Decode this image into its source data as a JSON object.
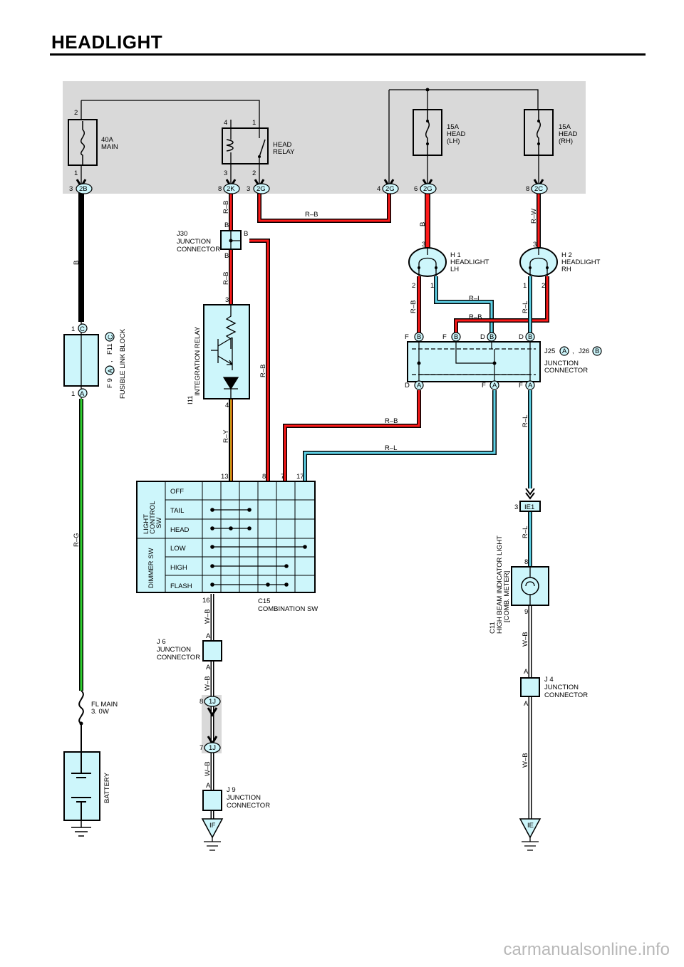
{
  "title": "HEADLIGHT",
  "watermark": "carmanualsonline.info",
  "components": {
    "main_fuse": {
      "rating": "40A",
      "name": "MAIN",
      "pin_top": "2",
      "pin_bottom": "1"
    },
    "head_relay": {
      "name_line1": "HEAD",
      "name_line2": "RELAY",
      "pin_4": "4",
      "pin_1": "1",
      "pin_3": "3",
      "pin_2": "2"
    },
    "head_lh_fuse": {
      "rating": "15A",
      "name_line1": "HEAD",
      "name_line2": "(LH)"
    },
    "head_rh_fuse": {
      "rating": "15A",
      "name_line1": "HEAD",
      "name_line2": "(RH)"
    },
    "j30": {
      "id": "J30",
      "line1": "JUNCTION",
      "line2": "CONNECTOR",
      "pin_top": "B",
      "pin_right": "B",
      "pin_bottom": "B"
    },
    "h1": {
      "id": "H 1",
      "line1": "HEADLIGHT",
      "line2": "LH",
      "pin_top": "3",
      "pin_left": "2",
      "pin_right": "1"
    },
    "h2": {
      "id": "H 2",
      "line1": "HEADLIGHT",
      "line2": "RH",
      "pin_top": "3",
      "pin_left": "1",
      "pin_right": "2"
    },
    "fusible_block": {
      "label": "FUSIBLE LINK BLOCK",
      "id_top": "F11",
      "id_top_pin": "C",
      "id_bottom": "F 9",
      "id_bottom_pin": "A",
      "pin_top": "1",
      "pin_top_letter": "C",
      "pin_bottom": "1",
      "pin_bottom_letter": "A"
    },
    "i11": {
      "id": "I11",
      "label": "INTEGRATION RELAY",
      "pin_top": "3",
      "pin_bottom": "4"
    },
    "j25_j26": {
      "id1": "J25",
      "id1_pin": "A",
      "id2": "J26",
      "id2_pin": "B",
      "separator": ",",
      "line1": "JUNCTION",
      "line2": "CONNECTOR",
      "top_pins": [
        {
          "n": "F",
          "l": "B"
        },
        {
          "n": "F",
          "l": "B"
        },
        {
          "n": "D",
          "l": "B"
        },
        {
          "n": "D",
          "l": "B"
        }
      ],
      "bottom_pins": [
        {
          "n": "D",
          "l": "A"
        },
        {
          "n": "F",
          "l": "A"
        },
        {
          "n": "F",
          "l": "A"
        }
      ]
    },
    "c15": {
      "id": "C15",
      "label": "COMBINATION SW",
      "group1": [
        "LIGHT",
        "CONTROL",
        "SW"
      ],
      "group2": "DIMMER SW",
      "rows": [
        "OFF",
        "TAIL",
        "HEAD",
        "LOW",
        "HIGH",
        "FLASH"
      ],
      "top_pins": [
        "13",
        "8",
        "7",
        "17"
      ],
      "bottom_pin": "16"
    },
    "ie1": {
      "id": "IE1",
      "pin": "3"
    },
    "c11": {
      "id": "C11",
      "label": "HIGH BEAM INDICATOR LIGHT",
      "sub": "[COMB. METER]",
      "pin_top": "8",
      "pin_bottom": "9"
    },
    "j6": {
      "id": "J 6",
      "line1": "JUNCTION",
      "line2": "CONNECTOR",
      "pin_top": "A",
      "pin_bottom": "A"
    },
    "j4": {
      "id": "J 4",
      "line1": "JUNCTION",
      "line2": "CONNECTOR",
      "pin_top": "A",
      "pin_bottom": "A"
    },
    "j9": {
      "id": "J 9",
      "line1": "JUNCTION",
      "line2": "CONNECTOR",
      "pin_top": "A"
    },
    "fl_main": {
      "line1": "FL MAIN",
      "line2": "3. 0W"
    },
    "battery": {
      "label": "BATTERY"
    },
    "ground_if": "IF",
    "ground_ie": "IE",
    "conn_1j_top": {
      "pin": "8",
      "id": "1J"
    },
    "conn_1j_bottom": {
      "pin": "7",
      "id": "1J"
    }
  },
  "connectors": [
    {
      "pin": "3",
      "id": "2B"
    },
    {
      "pin": "8",
      "id": "2K"
    },
    {
      "pin": "3",
      "id": "2G"
    },
    {
      "pin": "4",
      "id": "2G"
    },
    {
      "pin": "6",
      "id": "2G"
    },
    {
      "pin": "8",
      "id": "2C"
    }
  ],
  "wire_labels": {
    "b_main": "B",
    "rb_relay": "R–B",
    "rb_top": "R–B",
    "rb_i11": "R–B",
    "rb_long": "R–B",
    "ry": "R–Y",
    "b_h1": "B",
    "rw_h2": "R–W",
    "rb_h1": "R–B",
    "rl_h1": "R–L",
    "rb_mid": "R–B",
    "rl_h2": "R–L",
    "rb_j25": "R–B",
    "rl_j25": "R–L",
    "rl_out": "R–L",
    "rl_c11": "R–L",
    "rg": "R–G",
    "wb_c15": "W–B",
    "wb_j6": "W–B",
    "wb_j9": "W–B",
    "wb_c11": "W–B",
    "wb_ie": "W–B"
  }
}
